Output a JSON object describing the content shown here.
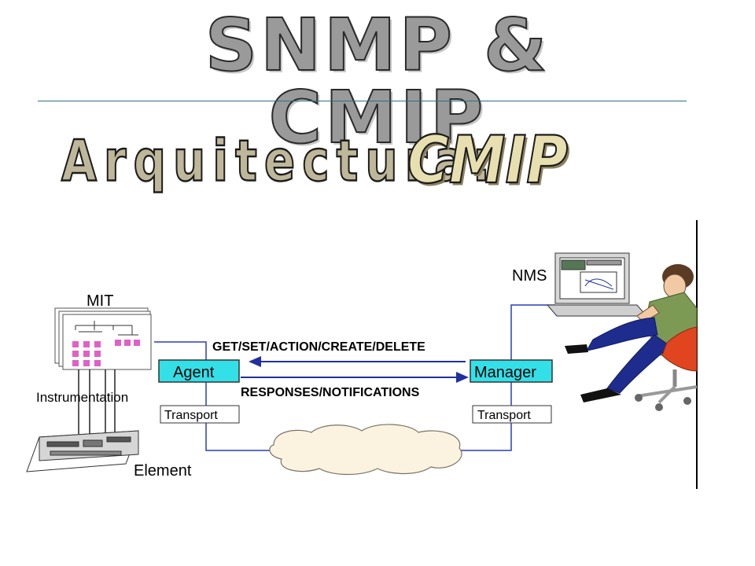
{
  "slide": {
    "title": "SNMP & CMIP",
    "subtitle": "Arquitectura:",
    "logo_text": "CMIP"
  },
  "diagram": {
    "mit_label": "MIT",
    "nms_label": "NMS",
    "instrumentation_label": "Instrumentation",
    "element_label": "Element",
    "agent_label": "Agent",
    "manager_label": "Manager",
    "transport_left": "Transport",
    "transport_right": "Transport",
    "request_label": "GET/SET/ACTION/CREATE/DELETE",
    "response_label": "RESPONSES/NOTIFICATIONS"
  },
  "colors": {
    "box_fill": "#33e0e8",
    "link_blue": "#1f3fbf",
    "mit_pink": "#e060c8"
  }
}
